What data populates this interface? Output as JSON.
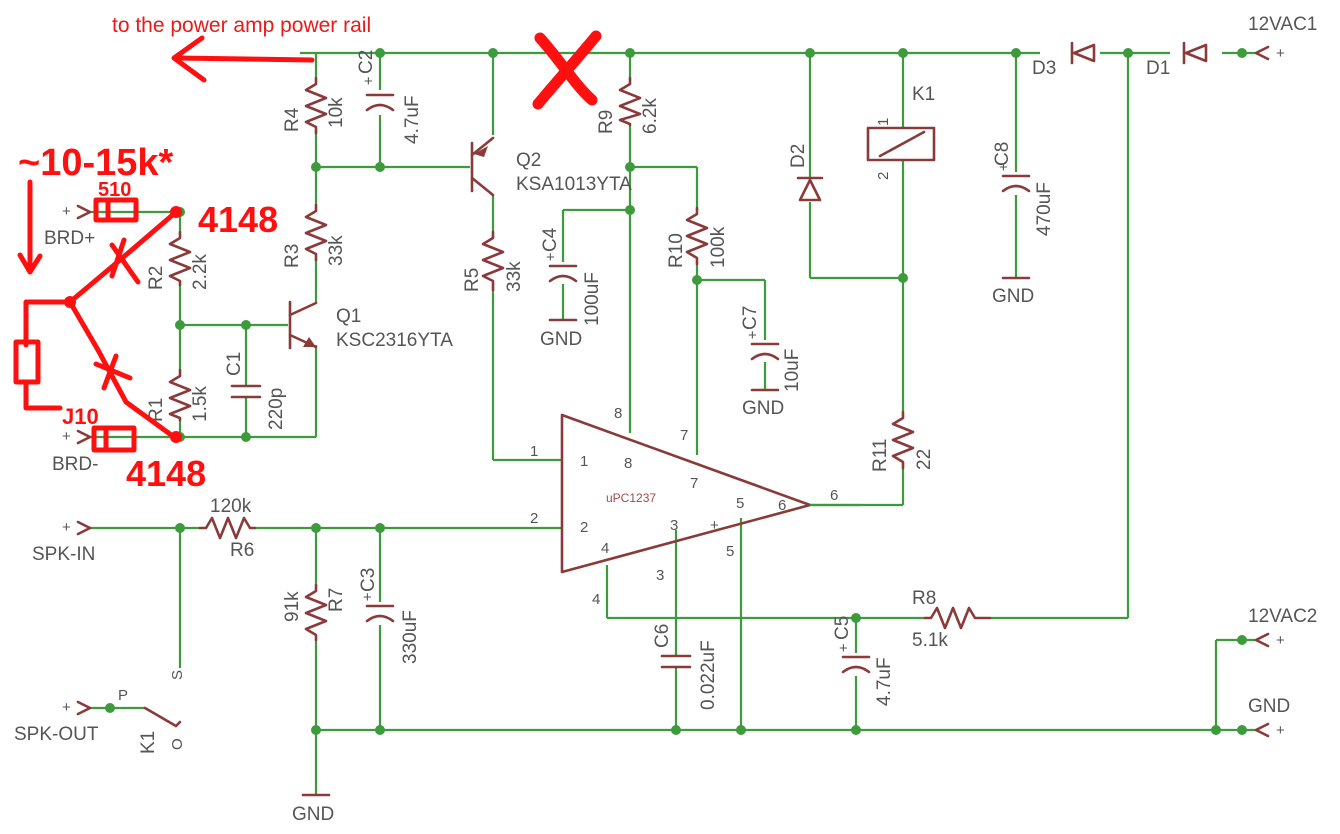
{
  "annotation": {
    "arrow_note": "to the power amp power rail",
    "resistor_note": "~10-15k*",
    "diode_top": "4148",
    "diode_bottom": "4148"
  },
  "ports": {
    "brd_plus": "BRD+",
    "brd_minus": "BRD-",
    "spk_in": "SPK-IN",
    "spk_out": "SPK-OUT",
    "vac1": "12VAC1",
    "vac2": "12VAC2",
    "gnd": "GND"
  },
  "components": {
    "R1": {
      "name": "R1",
      "value": "1.5k"
    },
    "R2": {
      "name": "R2",
      "value": "2.2k"
    },
    "R3": {
      "name": "R3",
      "value": "33k"
    },
    "R4": {
      "name": "R4",
      "value": "10k"
    },
    "R5": {
      "name": "R5",
      "value": "33k"
    },
    "R6": {
      "name": "R6",
      "value": "120k"
    },
    "R7": {
      "name": "R7",
      "value": "91k"
    },
    "R8": {
      "name": "R8",
      "value": "5.1k"
    },
    "R9": {
      "name": "R9",
      "value": "6.2k"
    },
    "R10": {
      "name": "R10",
      "value": "100k"
    },
    "R11": {
      "name": "R11",
      "value": "22"
    },
    "C1": {
      "name": "C1",
      "value": "220p"
    },
    "C2": {
      "name": "C2",
      "value": "4.7uF"
    },
    "C3": {
      "name": "C3",
      "value": "330uF"
    },
    "C4": {
      "name": "C4",
      "value": "100uF"
    },
    "C5": {
      "name": "C5",
      "value": "4.7uF"
    },
    "C6": {
      "name": "C6",
      "value": "0.022uF"
    },
    "C7": {
      "name": "C7",
      "value": "10uF"
    },
    "C8": {
      "name": "C8",
      "value": "470uF"
    },
    "Q1": {
      "name": "Q1",
      "value": "KSC2316YTA"
    },
    "Q2": {
      "name": "Q2",
      "value": "KSA1013YTA"
    },
    "D1": {
      "name": "D1"
    },
    "D2": {
      "name": "D2"
    },
    "D3": {
      "name": "D3"
    },
    "K1": {
      "name": "K1"
    },
    "IC": {
      "name": "uPC1237"
    }
  },
  "ic_pins": [
    "1",
    "2",
    "3",
    "4",
    "5",
    "6",
    "7",
    "8"
  ],
  "relay_switch": {
    "p": "P",
    "s": "S",
    "o": "O",
    "name": "K1"
  },
  "relay_coil_pins": {
    "pin1": "1",
    "pin2": "2"
  },
  "colors": {
    "wire": "#3d9a3d",
    "part": "#8b3a3a",
    "label": "#555555",
    "annotation": "#ff1010"
  }
}
